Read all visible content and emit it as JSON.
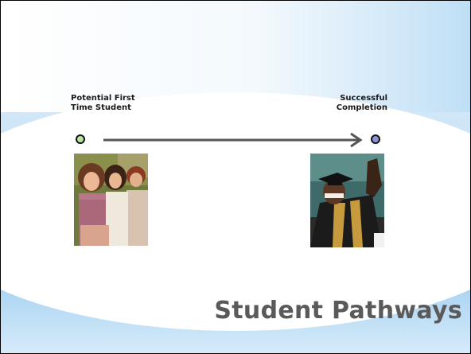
{
  "slide": {
    "title": "Student Pathways",
    "start": {
      "label_line1": "Potential First",
      "label_line2": "Time Student",
      "node_color": "#b6e7a0"
    },
    "end": {
      "label_line1": "Successful",
      "label_line2": "Completion",
      "node_color": "#8d93d6"
    },
    "arrow_color": "#555555",
    "photos": {
      "left_icon": "students-photo",
      "right_icon": "graduate-photo"
    }
  }
}
